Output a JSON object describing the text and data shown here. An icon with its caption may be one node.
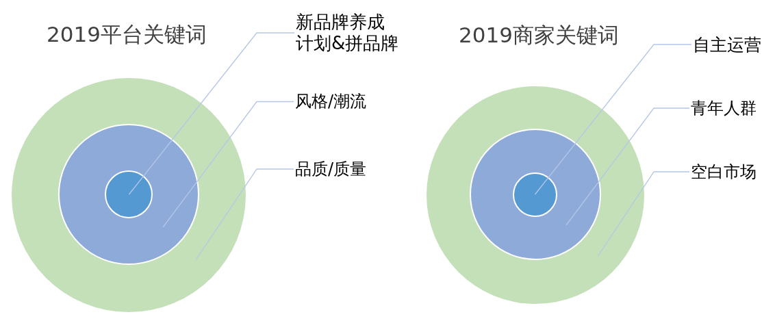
{
  "diagram": {
    "nodes": [
      {
        "text": [],
        "shape": "circle"
      },
      {
        "text": [],
        "shape": "circle",
        "in": 0
      },
      {
        "text": [],
        "shape": "circle",
        "in": 1
      },
      {
        "text": [
          "新品牌养成计划&拼品牌"
        ]
      },
      {
        "text": [
          "风格/潮流"
        ]
      },
      {
        "text": [
          "品质/质量"
        ]
      },
      {
        "text": [],
        "shape": "circle"
      },
      {
        "text": [],
        "shape": "circle",
        "in": 6
      },
      {
        "text": [],
        "shape": "circle",
        "in": 7
      },
      {
        "text": [
          "自主运营"
        ]
      },
      {
        "text": [
          "青年人群"
        ]
      },
      {
        "text": [
          "空白市场"
        ]
      }
    ],
    "edges": [
      {
        "from": 3,
        "to": 2,
        "arrow": "none"
      },
      {
        "from": 4,
        "to": 1,
        "arrow": "none"
      },
      {
        "from": 5,
        "to": 0,
        "arrow": "none"
      },
      {
        "from": 9,
        "to": 8,
        "arrow": "none"
      },
      {
        "from": 10,
        "to": 7,
        "arrow": "none"
      },
      {
        "from": 11,
        "to": 6,
        "arrow": "none"
      }
    ],
    "labels": [
      "2019平台关键词",
      "2019商家关键词"
    ]
  }
}
